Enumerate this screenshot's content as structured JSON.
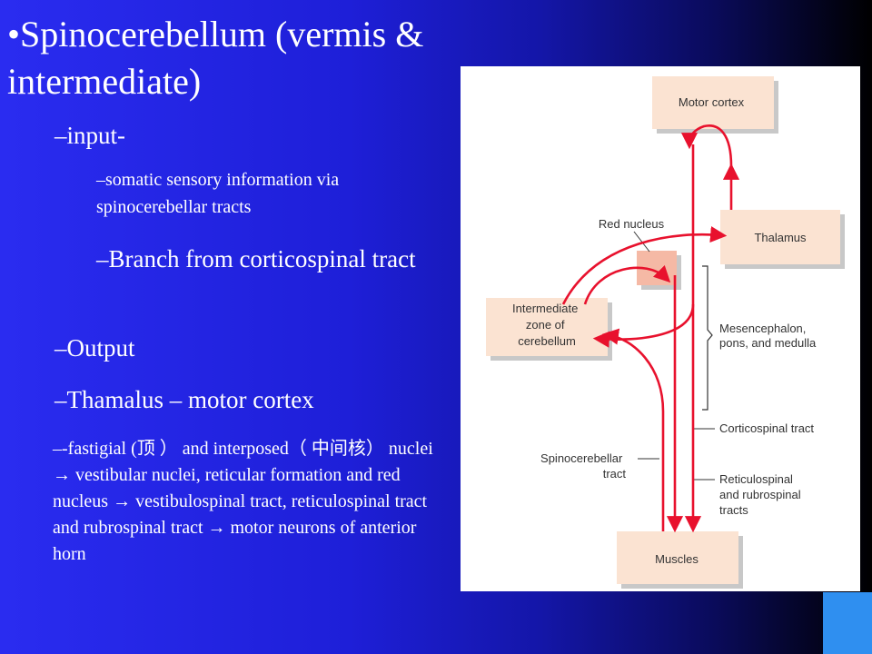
{
  "slide": {
    "title": "•Spinocerebellum (vermis & intermediate)",
    "input_heading": "–input-",
    "input_item_1": "–somatic sensory information via spinocerebellar tracts",
    "input_item_2": "–Branch from corticospinal tract",
    "output_heading": "–Output",
    "output_item": "–Thamalus – motor cortex",
    "fastigial_text": "–-fastigial (顶 ） and interposed（ 中间核） nuclei → vestibular nuclei, reticular formation and red nucleus → vestibulospinal tract, reticulospinal tract and rubrospinal tract → motor neurons of anterior horn"
  },
  "diagram": {
    "boxes": {
      "motor_cortex": "Motor cortex",
      "thalamus": "Thalamus",
      "intermediate_zone": [
        "Intermediate",
        "zone of",
        "cerebellum"
      ],
      "muscles": "Muscles"
    },
    "labels": {
      "red_nucleus": "Red nucleus",
      "brainstem": [
        "Mesencephalon,",
        "pons, and medulla"
      ],
      "corticospinal": "Corticospinal tract",
      "spinocerebellar": [
        "Spinocerebellar",
        "tract"
      ],
      "reticulospinal": [
        "Reticulospinal",
        "and rubrospinal",
        "tracts"
      ]
    },
    "colors": {
      "pathway": "#e8112d",
      "box_fill": "#fbe3d2",
      "box_shadow": "#c8c8c8",
      "red_nucleus_fill": "#f5b9a5"
    }
  }
}
